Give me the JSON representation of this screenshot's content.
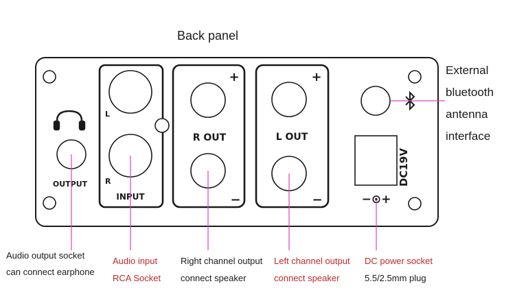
{
  "title": "Back  panel",
  "panel": {
    "headphone_icon": "headphone-icon",
    "output_label": "OUTPUT",
    "input_left_marker": "L",
    "input_right_marker": "R",
    "input_label": "INPUT",
    "r_out_label": "R OUT",
    "l_out_label": "L OUT",
    "plus": "+",
    "minus": "−",
    "bluetooth_icon": "bluetooth-icon",
    "dc_label": "DC19V",
    "polarity_label": "−⊙+"
  },
  "callouts": {
    "antenna": [
      "External",
      "bluetooth",
      "antenna",
      "interface"
    ],
    "audio_output": [
      "Audio output socket",
      "can connect earphone"
    ],
    "audio_input": [
      "Audio input",
      "RCA Socket"
    ],
    "right_channel": [
      "Right channel output",
      "connect speaker"
    ],
    "left_channel": [
      "Left channel output",
      "connect speaker"
    ],
    "dc_power": [
      "DC power socket",
      "5.5/2.5mm plug"
    ]
  },
  "colors": {
    "leader_line": "#e040c0",
    "red_text": "#c0282c",
    "black_text": "#1a1a1a"
  }
}
